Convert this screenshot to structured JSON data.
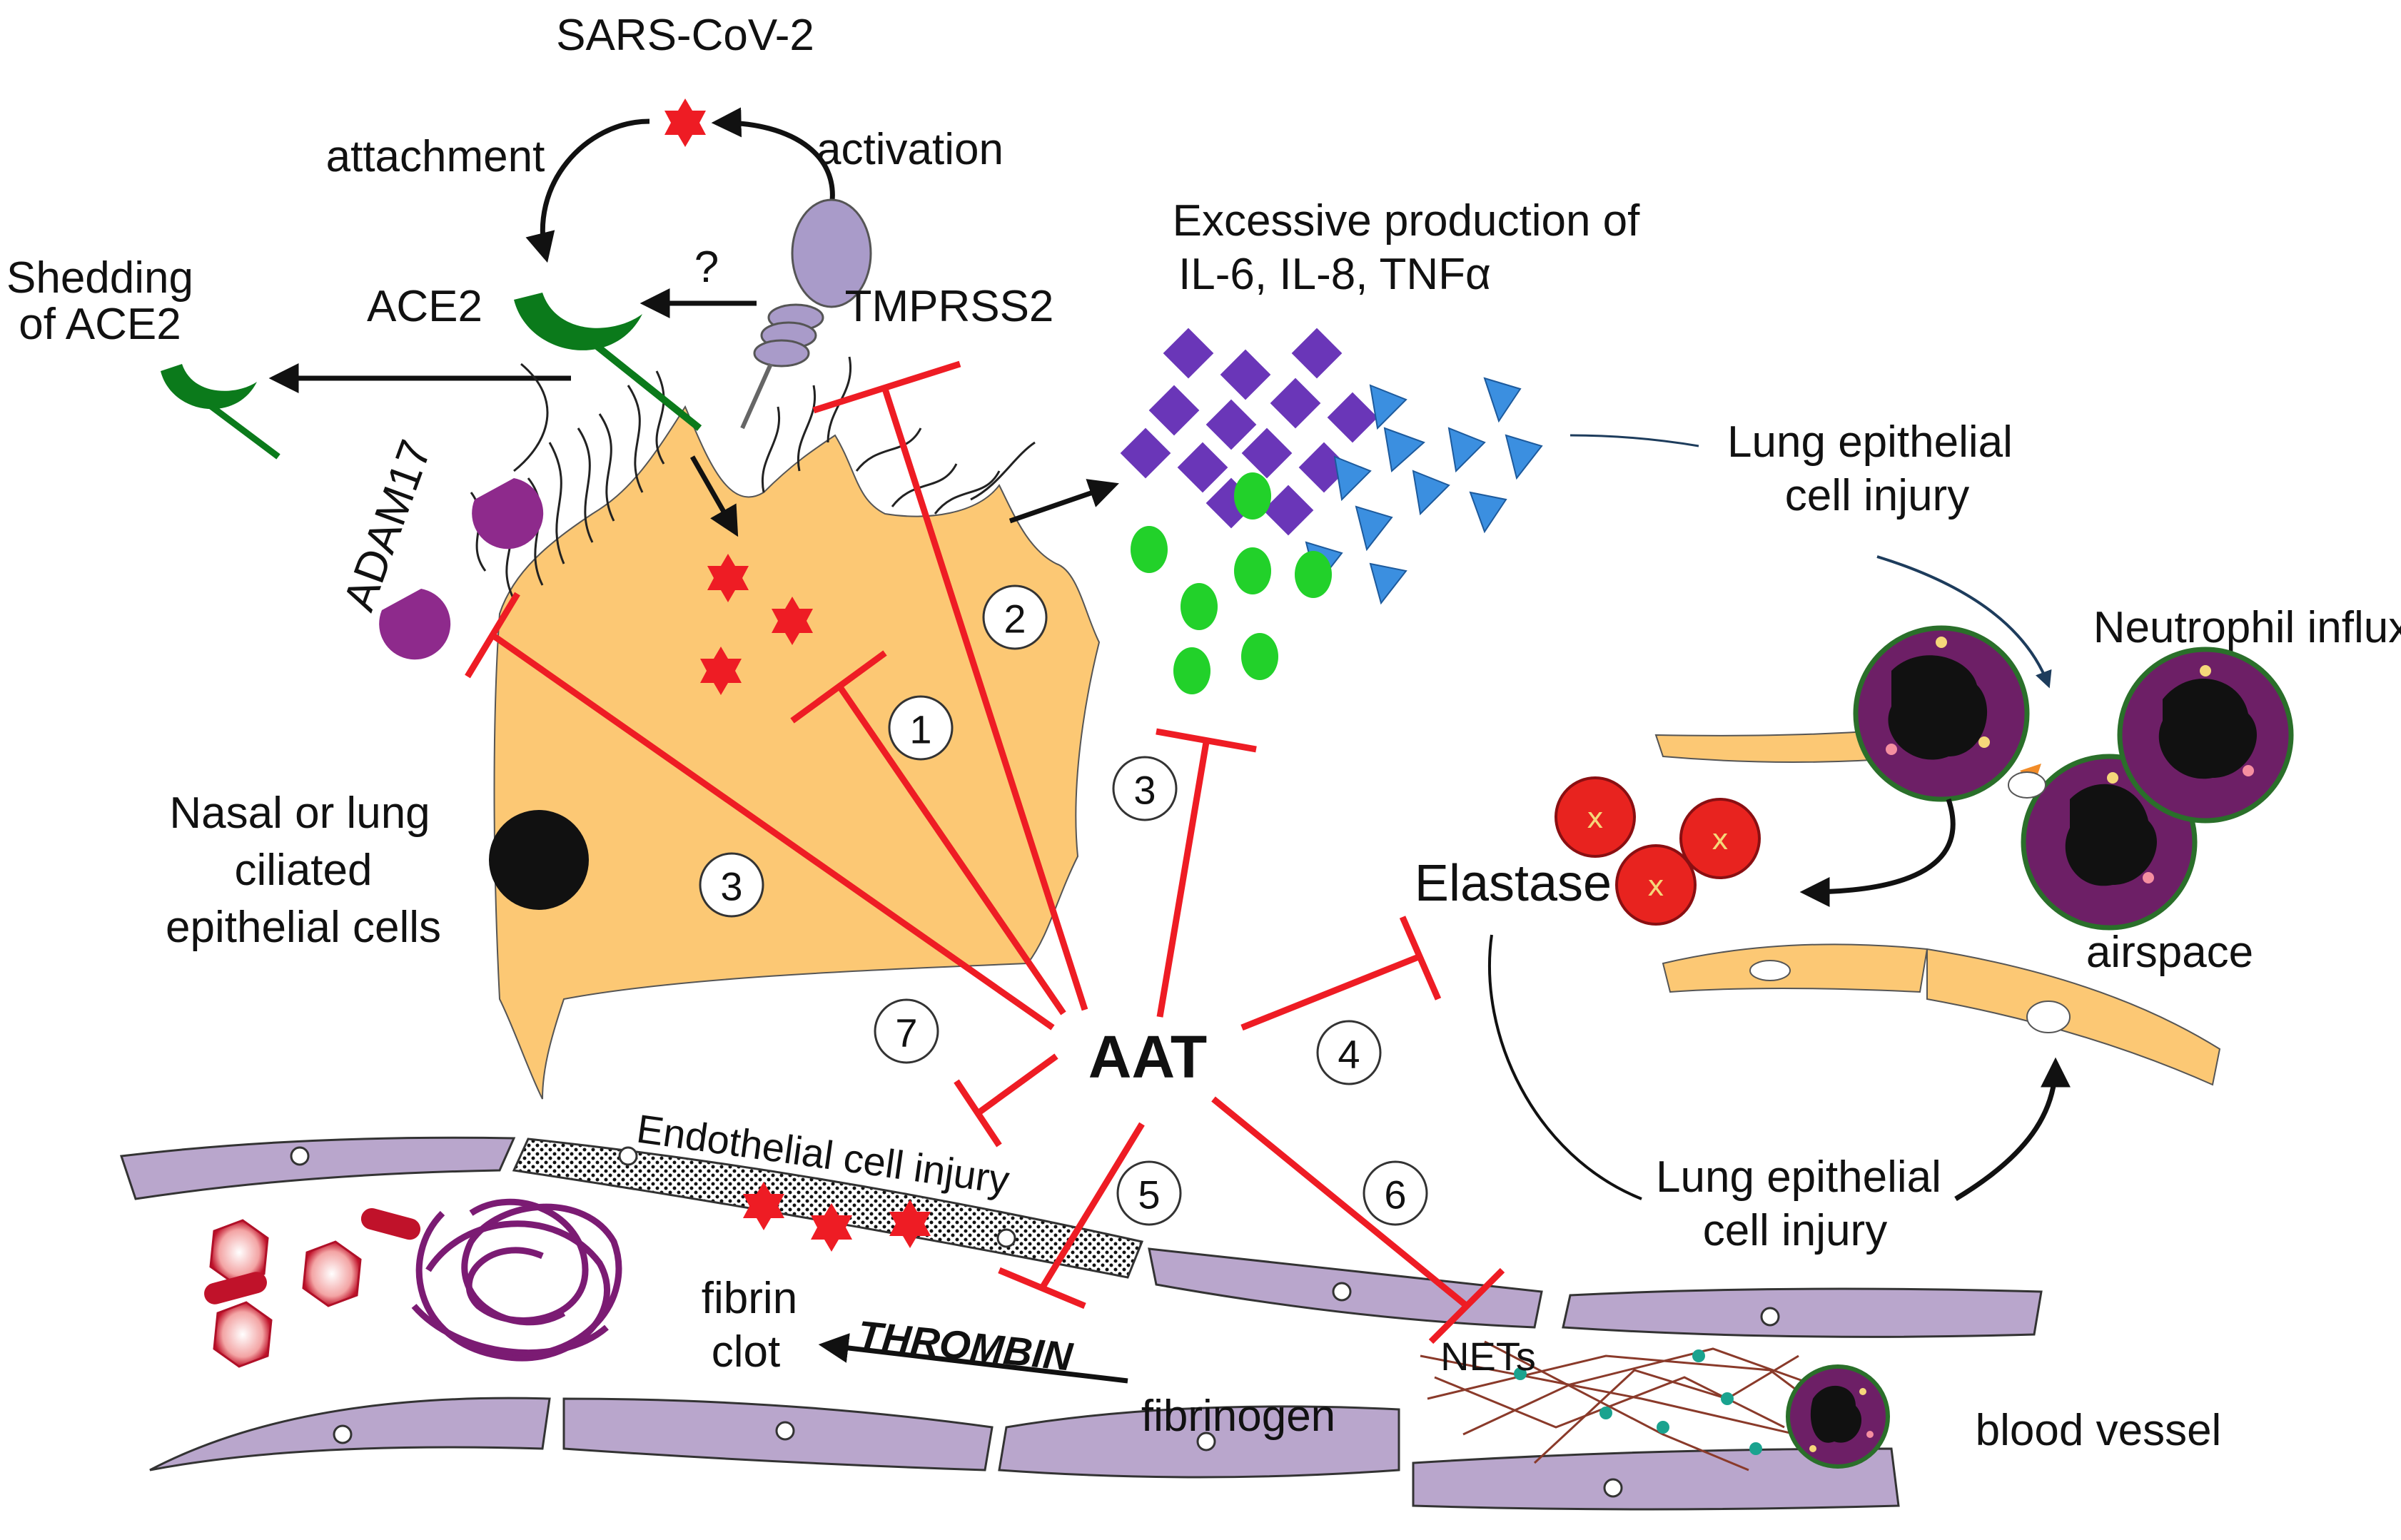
{
  "labels": {
    "virus": "SARS-CoV-2",
    "attachment": "attachment",
    "activation": "activation",
    "question": "?",
    "shedding_line1": "Shedding",
    "shedding_line2": "of ACE2",
    "ace2": "ACE2",
    "tmprss2": "TMPRSS2",
    "adam17": "ADAM17",
    "cytokines_line1": "Excessive production of",
    "cytokines_line2": "IL-6, IL-8, TNFα",
    "lung_injury_top_line1": "Lung epithelial",
    "lung_injury_top_line2": "cell injury",
    "neutrophil_influx": "Neutrophil influx",
    "nasal_line1": "Nasal or lung",
    "nasal_line2": "ciliated",
    "nasal_line3": "epithelial cells",
    "elastase": "Elastase",
    "airspace": "airspace",
    "aat": "AAT",
    "endothelial_injury": "Endothelial cell injury",
    "lung_injury_bottom_line1": "Lung epithelial",
    "lung_injury_bottom_line2": "cell injury",
    "fibrin_line1": "fibrin",
    "fibrin_line2": "clot",
    "thrombin": "THROMBIN",
    "nets": "NETs",
    "fibrinogen": "fibrinogen",
    "blood_vessel": "blood vessel"
  },
  "mechanisms": {
    "m1": "1",
    "m2": "2",
    "m3_top": "3",
    "m3_left": "3",
    "m4": "4",
    "m5": "5",
    "m6": "6",
    "m7": "7"
  },
  "colors": {
    "inhibition": "#ee1c24",
    "virus": "#ee1c24",
    "epithelial_cell": "#fcc874",
    "ace2": "#0b7a1b",
    "adam17": "#8e2a8c",
    "tmprss2": "#a99bc9",
    "il6_diamond": "#6a36b8",
    "tnf_triangle": "#3b8fe0",
    "il8_circle": "#22d12a",
    "neutrophil": "#6d1f66",
    "endothelium": "#b9a6cc",
    "fibrin": "#7b1b73",
    "nets": "#8a3a2a",
    "nets_dots": "#1aa38f"
  },
  "icons": [
    "virus-icon",
    "ace2-receptor-icon",
    "tmprss2-protease-icon",
    "adam17-protease-icon",
    "neutrophil-icon",
    "red-blood-cell-icon",
    "fibrin-clot-icon"
  ]
}
